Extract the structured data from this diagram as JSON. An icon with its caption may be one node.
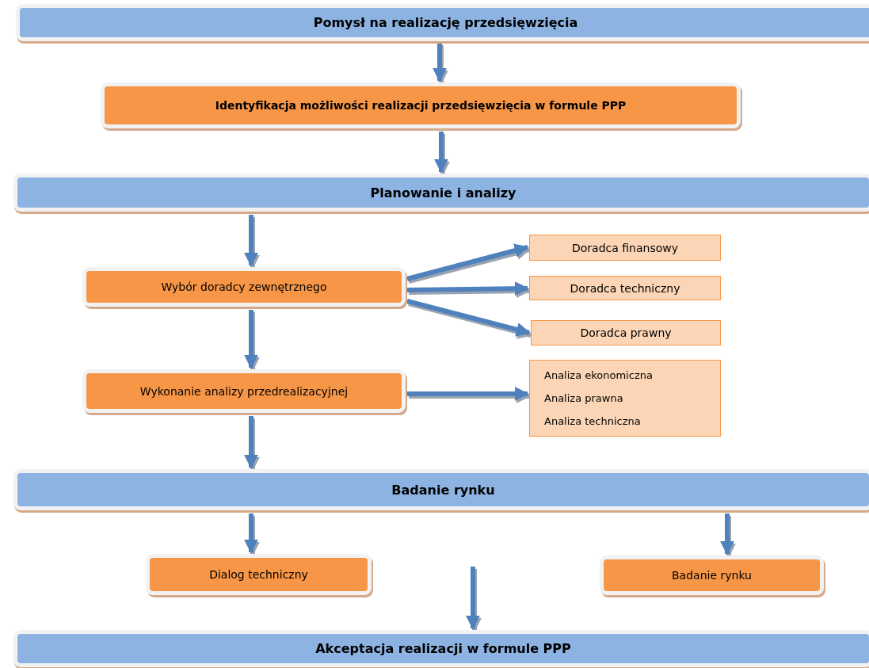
{
  "diagram": {
    "nodes": [
      {
        "text": [
          "Pomysł na realizację przedsięwzięcia"
        ]
      },
      {
        "text": [
          "Identyfikacja możliwości realizacji  przedsięwzięcia w formule PPP"
        ]
      },
      {
        "text": [
          "Planowanie i analizy"
        ]
      },
      {
        "text": [
          "Wybór doradcy zewnętrznego"
        ]
      },
      {
        "text": [
          "Doradca finansowy"
        ]
      },
      {
        "text": [
          "Doradca techniczny"
        ]
      },
      {
        "text": [
          "Doradca prawny"
        ]
      },
      {
        "text": [
          "Wykonanie analizy przedrealizacyjnej"
        ]
      },
      {
        "text": [
          "Analiza ekonomiczna",
          "Analiza prawna",
          "Analiza techniczna"
        ]
      },
      {
        "text": [
          "Badanie rynku"
        ]
      },
      {
        "text": [
          "Dialog techniczny"
        ]
      },
      {
        "text": [
          "Badanie rynku"
        ]
      },
      {
        "text": [
          "Akceptacja realizacji w formule PPP"
        ]
      }
    ],
    "edges": [
      {
        "from": 0,
        "to": 1,
        "arrow": "to"
      },
      {
        "from": 1,
        "to": 2,
        "arrow": "to"
      },
      {
        "from": 2,
        "to": 3,
        "arrow": "to"
      },
      {
        "from": 3,
        "to": 4,
        "arrow": "to"
      },
      {
        "from": 3,
        "to": 5,
        "arrow": "to"
      },
      {
        "from": 3,
        "to": 6,
        "arrow": "to"
      },
      {
        "from": 3,
        "to": 7,
        "arrow": "to"
      },
      {
        "from": 7,
        "to": 8,
        "arrow": "to"
      },
      {
        "from": 7,
        "to": 9,
        "arrow": "to"
      },
      {
        "from": 9,
        "to": 10,
        "arrow": "to"
      },
      {
        "from": 9,
        "to": 11,
        "arrow": "to"
      },
      {
        "from": null,
        "to": 12,
        "arrow": "to"
      }
    ]
  }
}
